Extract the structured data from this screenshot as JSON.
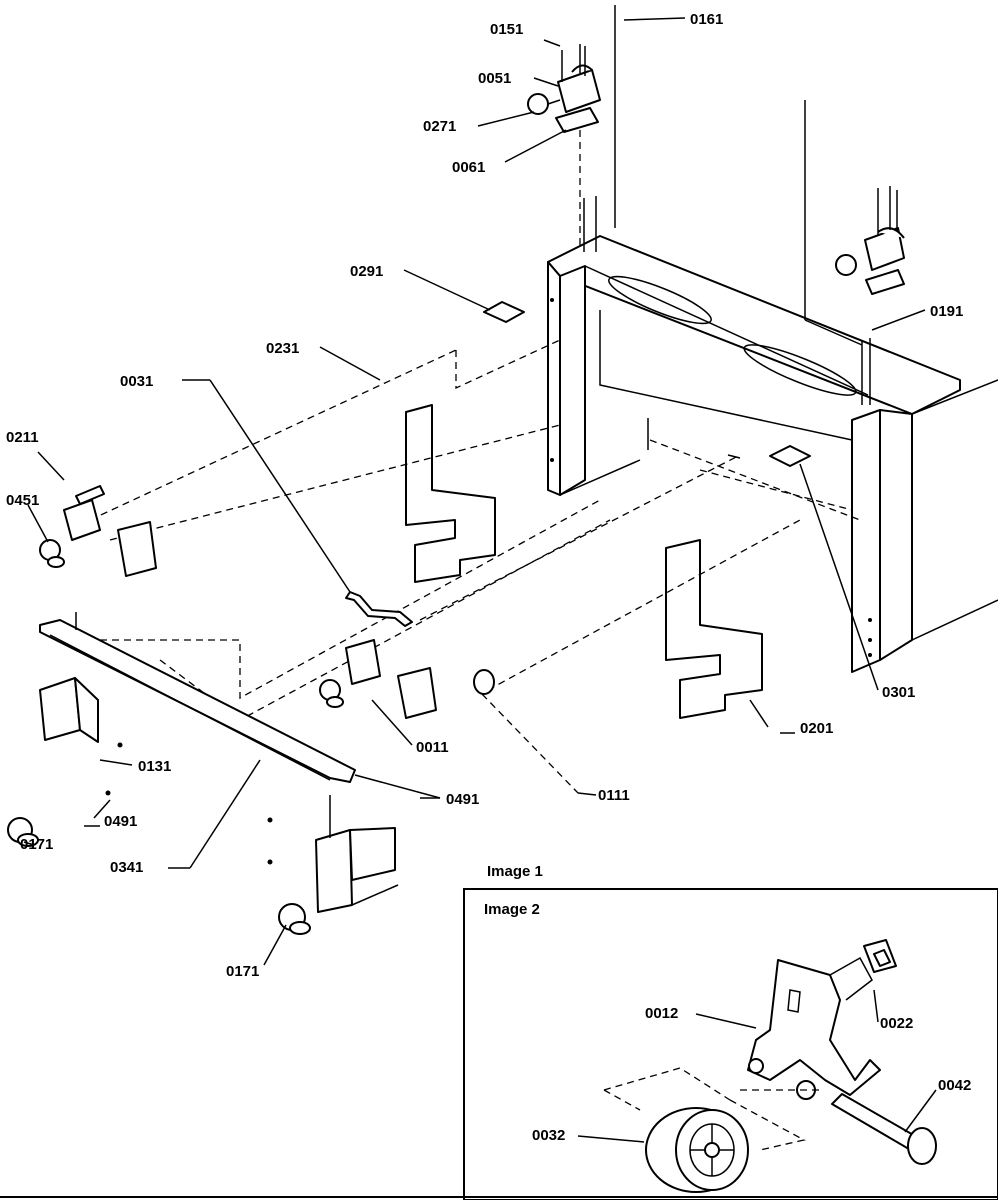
{
  "callouts": {
    "c0151": "0151",
    "c0161": "0161",
    "c0051": "0051",
    "c0271": "0271",
    "c0061": "0061",
    "c0291": "0291",
    "c0191": "0191",
    "c0231": "0231",
    "c0031": "0031",
    "c0211": "0211",
    "c0451": "0451",
    "c0131": "0131",
    "c0171a": "0171",
    "c0491a": "0491",
    "c0341": "0341",
    "c0011": "0011",
    "c0491b": "0491",
    "c0111": "0111",
    "c0201": "0201",
    "c0301": "0301",
    "c0171b": "0171"
  },
  "inset": {
    "image1_label": "Image 1",
    "image2_label": "Image 2",
    "c0012": "0012",
    "c0022": "0022",
    "c0042": "0042",
    "c0032": "0032"
  }
}
